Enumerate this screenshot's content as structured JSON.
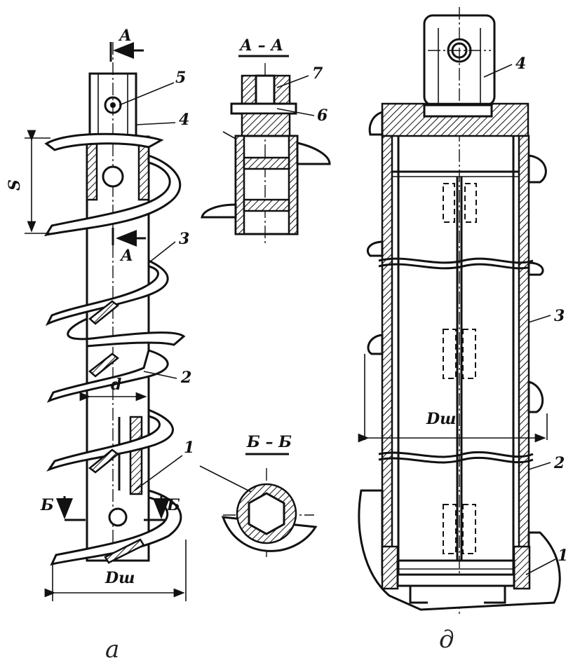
{
  "view_a": {
    "caption": "а",
    "section_mark": "А",
    "pitch_label": "S",
    "shaft_diameter_label": "d",
    "outer_diameter_label": "Dш",
    "callouts": [
      "1",
      "2",
      "3",
      "4",
      "5"
    ],
    "section_b_mark": "Б"
  },
  "section_aa": {
    "title": "А – А",
    "callouts": [
      "6",
      "7"
    ]
  },
  "section_bb": {
    "title": "Б – Б"
  },
  "view_d": {
    "caption": "д",
    "outer_diameter_label": "Dш",
    "callouts": [
      "1",
      "2",
      "3",
      "4"
    ]
  }
}
